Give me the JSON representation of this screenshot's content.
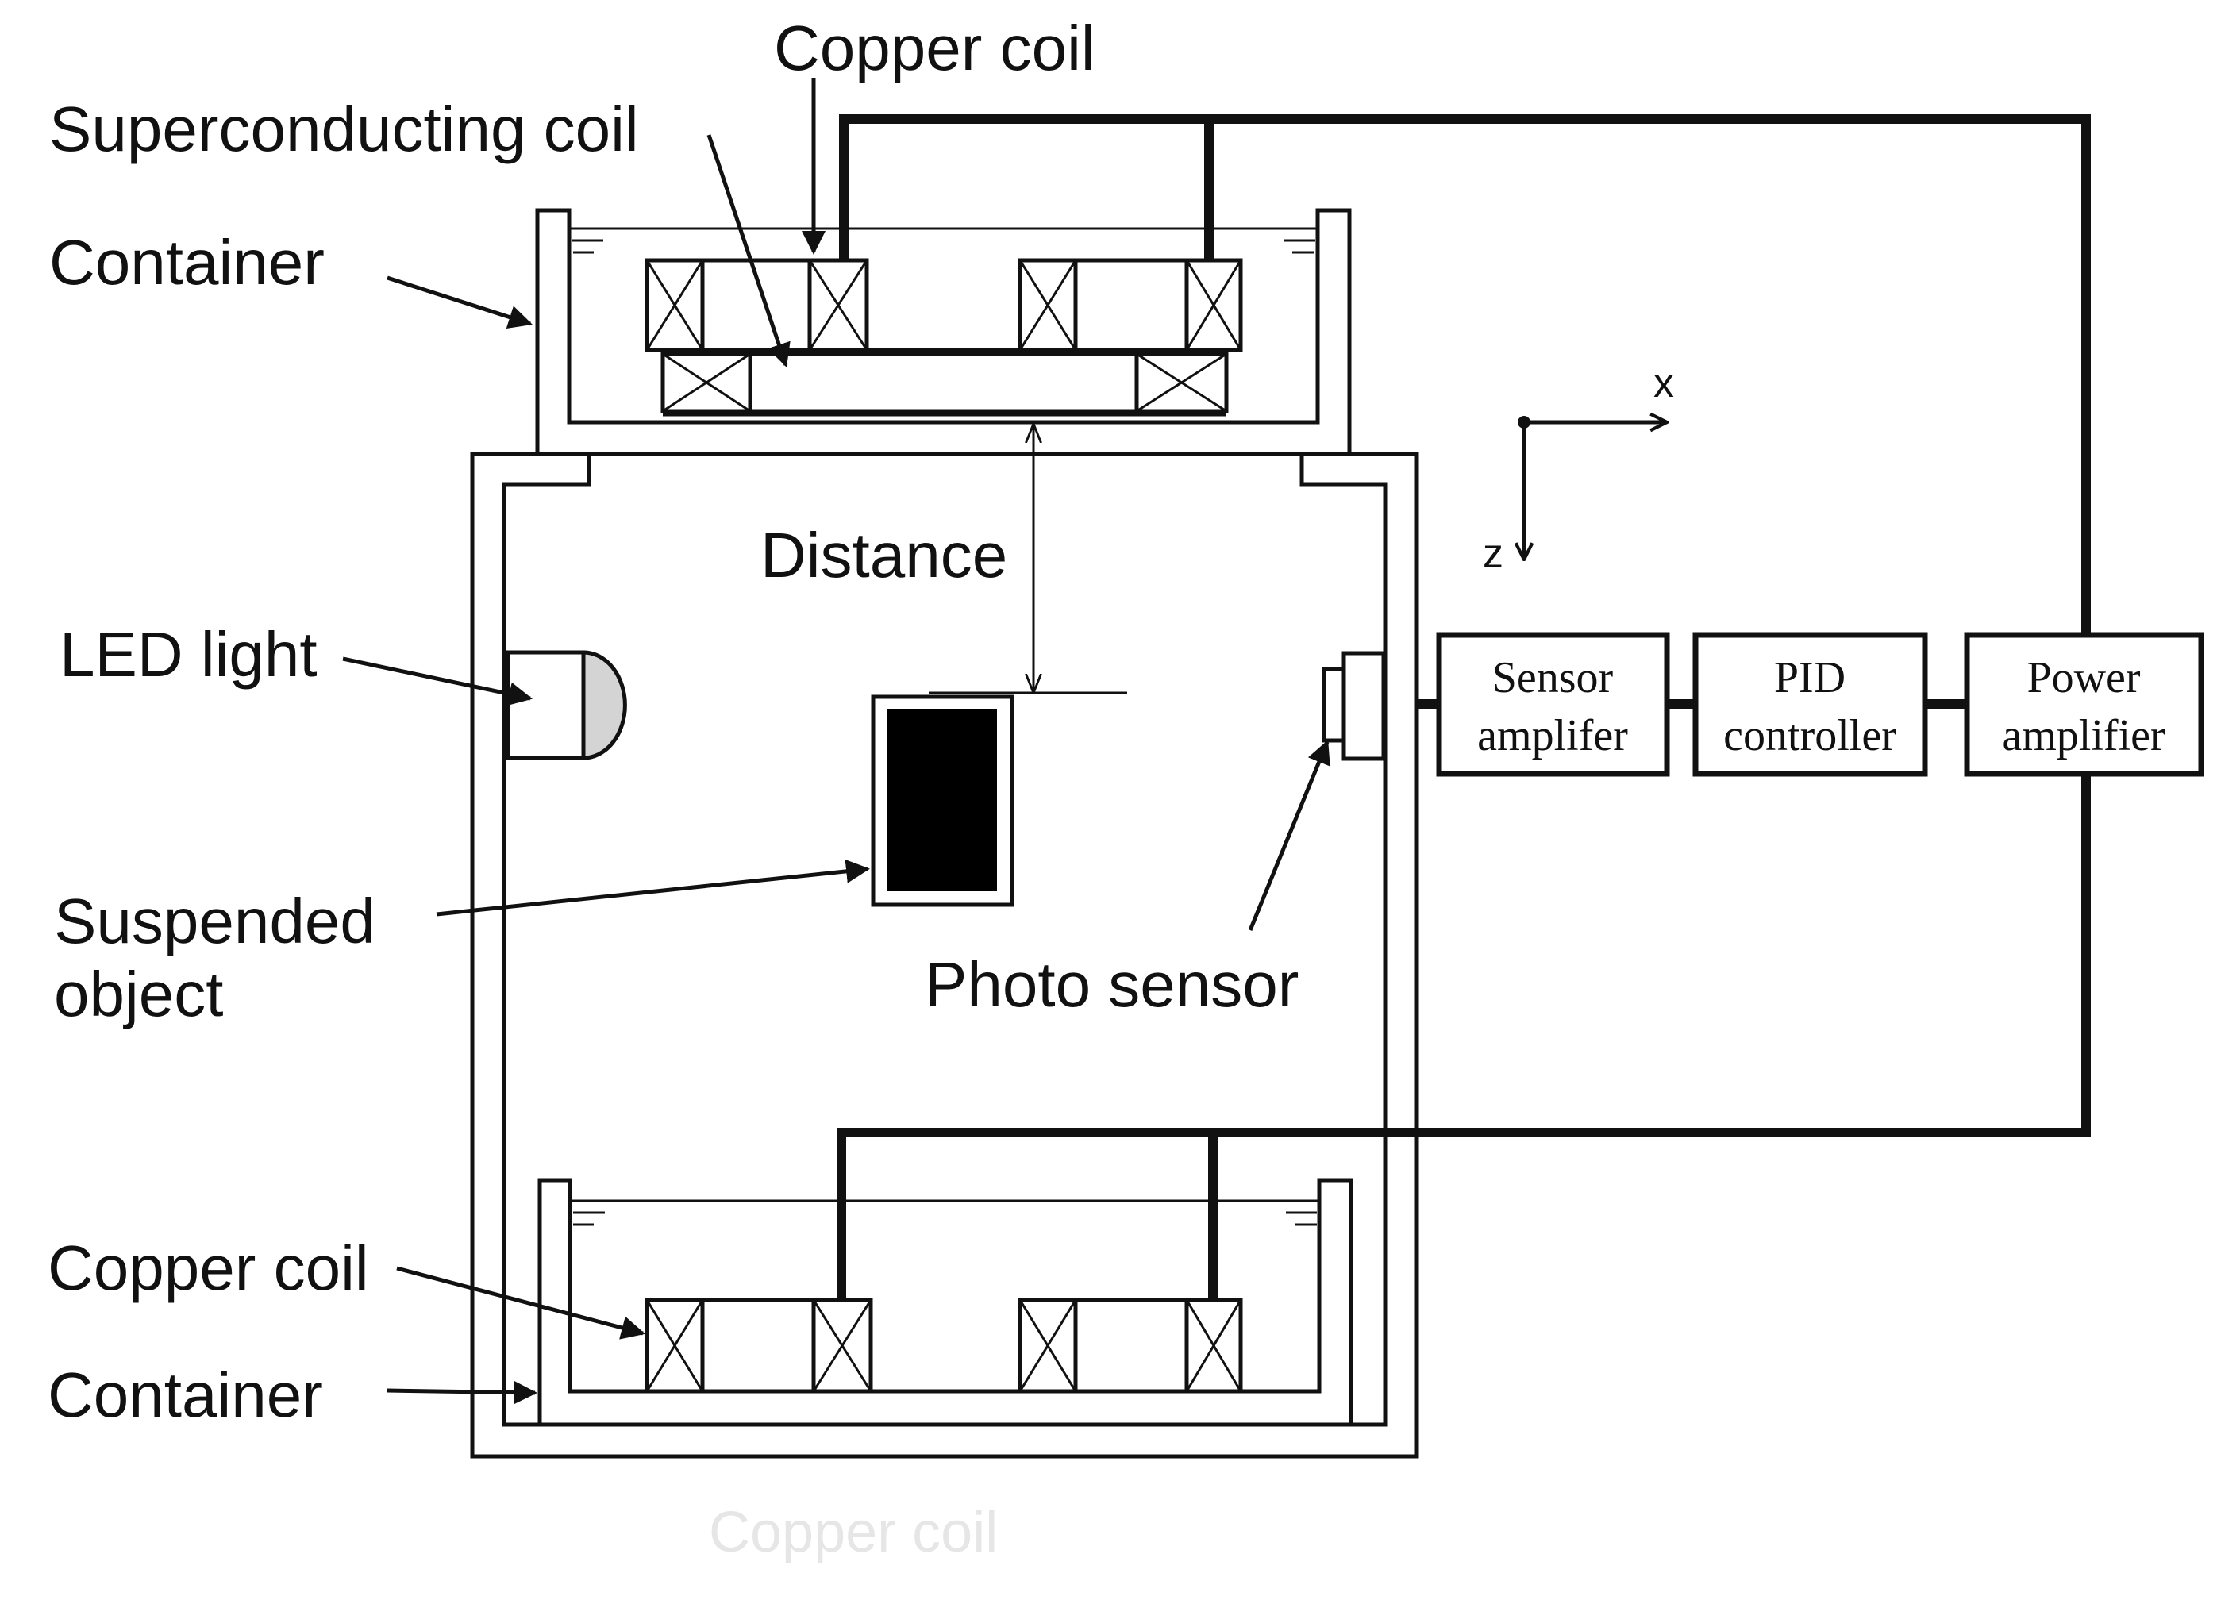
{
  "labels": {
    "copper_coil_top": "Copper coil",
    "superconducting_coil": "Superconducting coil",
    "container_top": "Container",
    "distance": "Distance",
    "led_light": "LED light",
    "suspended_object_line1": "Suspended",
    "suspended_object_line2": "object",
    "photo_sensor": "Photo sensor",
    "copper_coil_bottom": "Copper coil",
    "container_bottom": "Container",
    "copper_coil_ghost": "Copper coil"
  },
  "axes": {
    "x": "x",
    "z": "z"
  },
  "blocks": {
    "sensor_amplifier": {
      "line1": "Sensor",
      "line2": "amplifer"
    },
    "pid_controller": {
      "line1": "PID",
      "line2": "controller"
    },
    "power_amplifier": {
      "line1": "Power",
      "line2": "amplifier"
    }
  }
}
